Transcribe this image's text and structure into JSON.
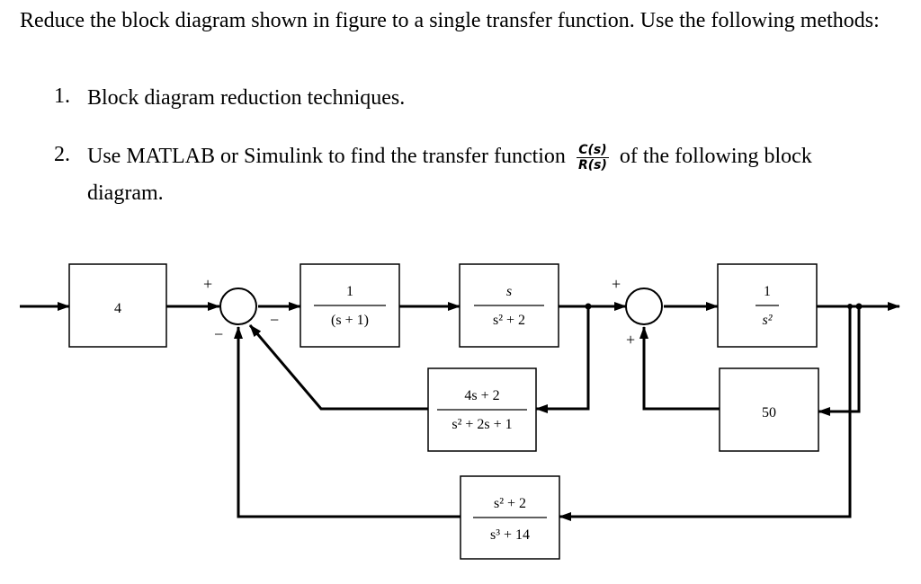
{
  "question": {
    "intro": "Reduce the block diagram shown in figure to a single transfer function. Use the following methods:",
    "items": [
      {
        "num": "1.",
        "text": "Block diagram reduction techniques."
      },
      {
        "num": "2.",
        "text_before": "Use MATLAB or Simulink to find the transfer function",
        "frac_num": "C(s)",
        "frac_den": "R(s)",
        "text_after": "of the following block",
        "text_line2": "diagram."
      }
    ]
  },
  "diagram": {
    "blocks": {
      "gain_4": {
        "label": "4"
      },
      "g1": {
        "num": "1",
        "den": "(s + 1)"
      },
      "g2": {
        "num": "s",
        "den": "s² + 2"
      },
      "g3": {
        "num": "1",
        "den": "s²"
      },
      "h1": {
        "num": "4s + 2",
        "den": "s² + 2s + 1"
      },
      "h2": {
        "label": "50"
      },
      "h3": {
        "num": "s² + 2",
        "den": "s³ + 14"
      }
    },
    "signs": {
      "sum1_top": "+",
      "sum1_right": "−",
      "sum1_bottom": "−",
      "sum2_top": "+",
      "sum2_bottom": "+"
    }
  }
}
